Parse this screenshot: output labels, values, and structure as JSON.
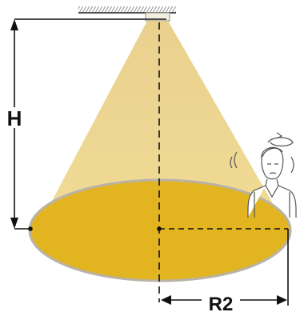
{
  "labels": {
    "height": "H",
    "radius": "R2"
  },
  "colors": {
    "beam": "#e8cf7a",
    "beam_edge": "#f3e3a8",
    "floor_spot": "#e2b420",
    "floor_spot_edge": "#b9b3a6",
    "lines": "#111111"
  },
  "icons": {
    "ceiling": "hatched-ceiling",
    "fixture": "light-fixture",
    "person": "dizzy-person-icon"
  }
}
